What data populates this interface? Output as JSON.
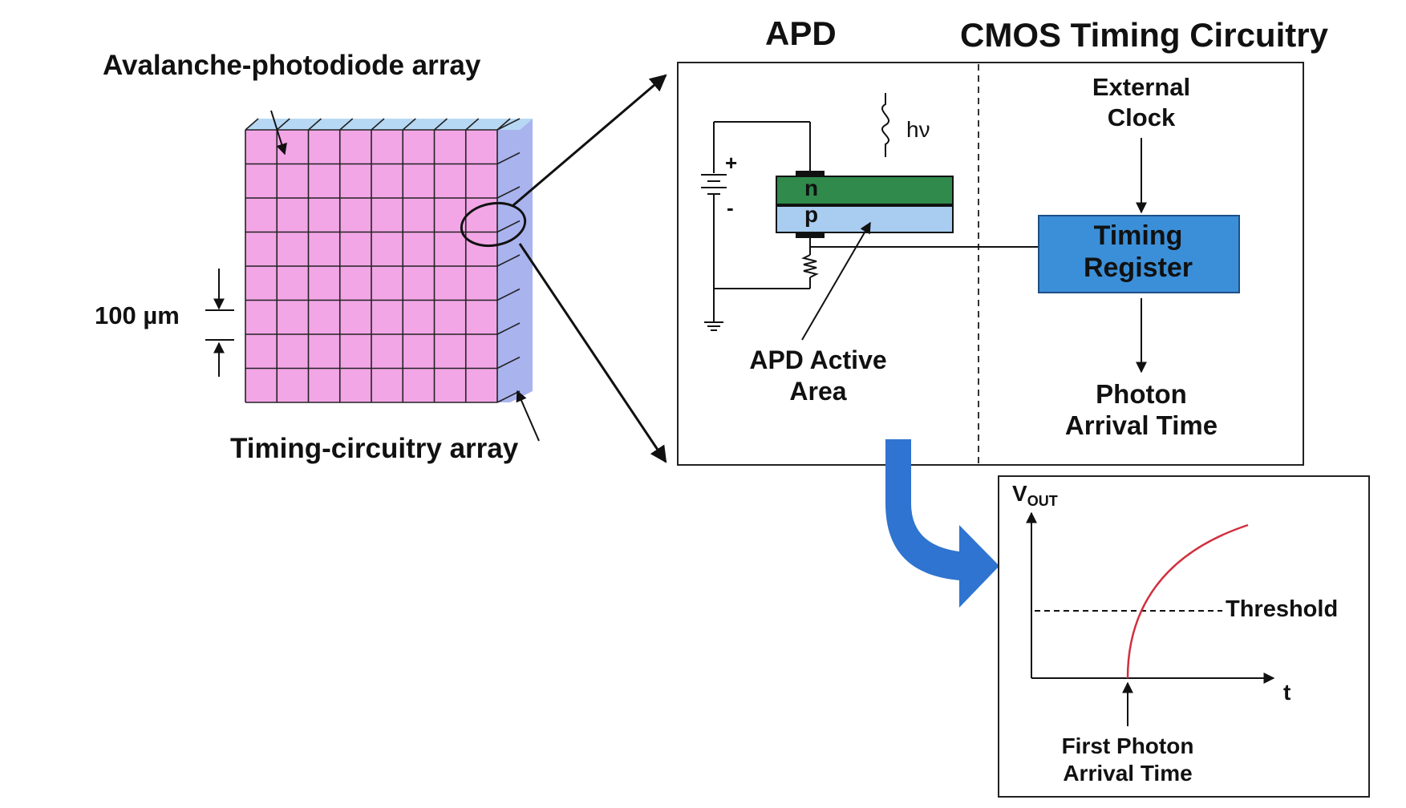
{
  "labels": {
    "apd_array": "Avalanche-photodiode array",
    "pitch": "100 µm",
    "timing_array": "Timing-circuitry array",
    "apd_heading": "APD",
    "cmos_heading": "CMOS Timing Circuitry",
    "external_clock_line1": "External",
    "external_clock_line2": "Clock",
    "hv": "hν",
    "plus": "+",
    "minus": "-",
    "n_layer": "n",
    "p_layer": "p",
    "timing_register_line1": "Timing",
    "timing_register_line2": "Register",
    "apd_active_line1": "APD Active",
    "apd_active_line2": "Area",
    "photon_arrival_line1": "Photon",
    "photon_arrival_line2": "Arrival Time",
    "vout_main": "V",
    "vout_sub": "OUT",
    "threshold": "Threshold",
    "t_axis": "t",
    "first_photon_line1": "First Photon",
    "first_photon_line2": "Arrival Time"
  },
  "array": {
    "rows": 8,
    "cols": 8
  },
  "colors": {
    "pixel_face": "#f2a6e6",
    "pixel_side": "#a9b3ee",
    "pixel_top": "#b7d8f4",
    "n_layer": "#2f8a4c",
    "p_layer": "#a9cdf0",
    "timing_register": "#3b8fd8",
    "big_arrow": "#2f74d0",
    "vout_curve": "#d0303f"
  }
}
